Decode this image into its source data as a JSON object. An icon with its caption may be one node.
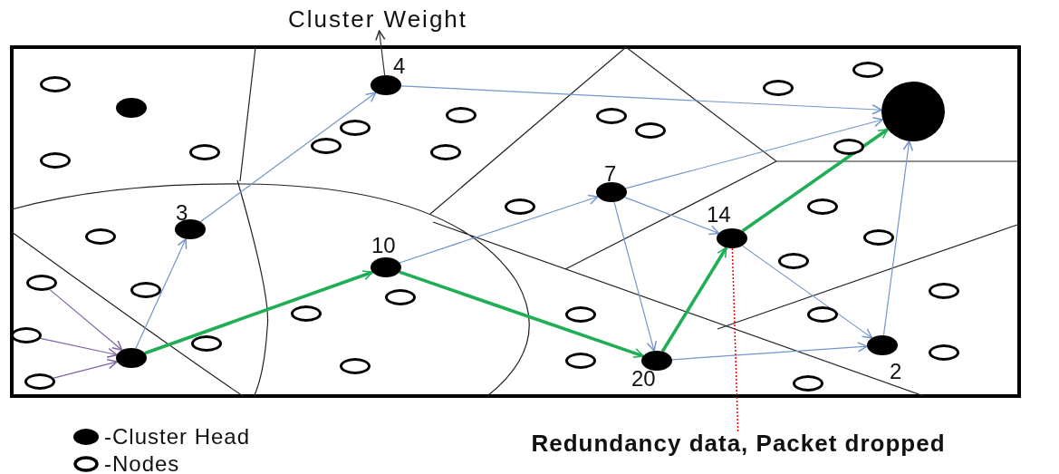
{
  "diagram": {
    "nodes": [
      {
        "text": [
          "Cluster Weight"
        ]
      },
      {
        "text": [],
        "shape": "circle"
      },
      {
        "text": [],
        "shape": "circle"
      },
      {
        "text": [
          "4"
        ]
      },
      {
        "text": [],
        "shape": "circle"
      },
      {
        "text": [],
        "shape": "circle"
      },
      {
        "text": [],
        "shape": "circle"
      },
      {
        "text": [],
        "shape": "circle"
      },
      {
        "text": [],
        "shape": "circle"
      },
      {
        "text": [],
        "shape": "circle"
      },
      {
        "text": [],
        "shape": "circle"
      },
      {
        "text": [],
        "shape": "circle"
      },
      {
        "text": [],
        "shape": "circle"
      },
      {
        "text": [],
        "shape": "circle"
      },
      {
        "text": [],
        "shape": "circle"
      },
      {
        "text": [],
        "shape": "circle"
      },
      {
        "text": [
          "7"
        ]
      },
      {
        "text": [],
        "shape": "circle"
      },
      {
        "text": [],
        "shape": "circle"
      },
      {
        "text": [
          "3"
        ]
      },
      {
        "text": [],
        "shape": "circle"
      },
      {
        "text": [],
        "shape": "circle"
      },
      {
        "text": [
          "14"
        ]
      },
      {
        "text": [],
        "shape": "circle"
      },
      {
        "text": [
          "10"
        ]
      },
      {
        "text": [],
        "shape": "circle"
      },
      {
        "text": [],
        "shape": "circle"
      },
      {
        "text": [],
        "shape": "circle"
      },
      {
        "text": [],
        "shape": "circle"
      },
      {
        "text": [],
        "shape": "circle"
      },
      {
        "text": [],
        "shape": "circle"
      },
      {
        "text": [],
        "shape": "circle"
      },
      {
        "text": [],
        "shape": "circle"
      },
      {
        "text": [],
        "shape": "circle"
      },
      {
        "text": [
          "2"
        ]
      },
      {
        "text": [],
        "shape": "circle"
      },
      {
        "text": [],
        "shape": "circle"
      },
      {
        "text": [],
        "shape": "circle"
      },
      {
        "text": [
          "20"
        ]
      },
      {
        "text": [],
        "shape": "circle"
      },
      {
        "text": [],
        "shape": "circle"
      },
      {
        "text": [],
        "shape": "circle"
      },
      {
        "text": [
          "Redundancy data, Packet dropped"
        ]
      }
    ],
    "edges": [
      {
        "from": 25,
        "to": 36,
        "arrow": "to",
        "color": "#8064a2"
      },
      {
        "from": 32,
        "to": 36,
        "arrow": "to",
        "color": "#8064a2"
      },
      {
        "from": 40,
        "to": 36,
        "arrow": "to",
        "color": "#8064a2"
      },
      {
        "from": 36,
        "to": 19,
        "arrow": "to"
      },
      {
        "from": 19,
        "to": 3,
        "arrow": "to"
      },
      {
        "from": 3,
        "to": 7,
        "arrow": "to"
      },
      {
        "from": 36,
        "to": 24,
        "arrow": "to",
        "style": "thick",
        "color": "#1fae55"
      },
      {
        "from": 24,
        "to": 16,
        "arrow": "to"
      },
      {
        "from": 24,
        "to": 38,
        "arrow": "to",
        "style": "thick",
        "color": "#1fae55"
      },
      {
        "from": 16,
        "to": 7,
        "arrow": "to"
      },
      {
        "from": 16,
        "to": 22,
        "arrow": "to"
      },
      {
        "from": 16,
        "to": 38,
        "arrow": "to"
      },
      {
        "from": 38,
        "to": 22,
        "arrow": "to",
        "style": "thick",
        "color": "#1fae55"
      },
      {
        "from": 22,
        "to": 7,
        "arrow": "to",
        "style": "thick",
        "color": "#1fae55"
      },
      {
        "from": 22,
        "to": 34,
        "arrow": "to"
      },
      {
        "from": 38,
        "to": 34,
        "arrow": "to"
      },
      {
        "from": 34,
        "to": 7,
        "arrow": "to"
      },
      {
        "from": 3,
        "to": 0,
        "arrow": "to",
        "color": "#333333"
      },
      {
        "from": 42,
        "to": 22,
        "arrow": "none",
        "style": "dashed",
        "color": "#ff0000"
      }
    ],
    "legend": [
      {
        "text": "-Cluster Head"
      },
      {
        "text": "-Nodes"
      }
    ]
  }
}
